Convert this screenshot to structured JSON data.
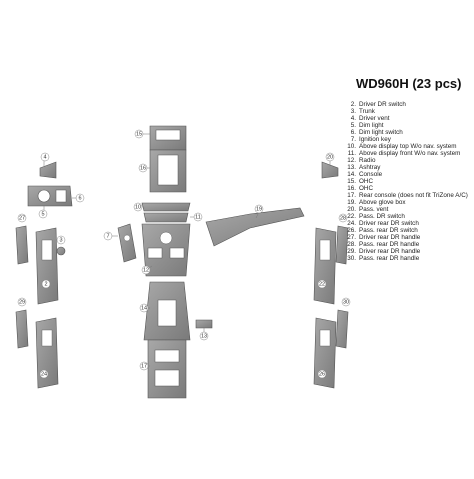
{
  "title": "WD960H (23 pcs)",
  "legend": [
    {
      "num": "2.",
      "text": "Driver DR switch"
    },
    {
      "num": "3.",
      "text": "Trunk"
    },
    {
      "num": "4.",
      "text": "Driver vent"
    },
    {
      "num": "5.",
      "text": "Dim light"
    },
    {
      "num": "6.",
      "text": "Dim light switch"
    },
    {
      "num": "7.",
      "text": "Ignition key"
    },
    {
      "num": "10.",
      "text": "Above display top W/o nav. system"
    },
    {
      "num": "11.",
      "text": "Above display front W/o nav. system"
    },
    {
      "num": "12.",
      "text": "Radio"
    },
    {
      "num": "13.",
      "text": "Ashtray"
    },
    {
      "num": "14.",
      "text": "Console"
    },
    {
      "num": "15.",
      "text": "OHC"
    },
    {
      "num": "16.",
      "text": "OHC"
    },
    {
      "num": "17.",
      "text": "Rear console (does not fit TriZone A/C)"
    },
    {
      "num": "19.",
      "text": "Above glove box"
    },
    {
      "num": "20.",
      "text": "Pass. vent"
    },
    {
      "num": "22.",
      "text": "Pass. DR switch"
    },
    {
      "num": "24.",
      "text": "Driver rear DR switch"
    },
    {
      "num": "26.",
      "text": "Pass. rear DR switch"
    },
    {
      "num": "27.",
      "text": "Driver rear DR handle"
    },
    {
      "num": "28.",
      "text": "Pass. rear DR handle"
    },
    {
      "num": "29.",
      "text": "Driver rear DR handle"
    },
    {
      "num": "30.",
      "text": "Pass. rear DR handle"
    }
  ],
  "callouts": {
    "c2": "2",
    "c3": "3",
    "c4": "4",
    "c5": "5",
    "c6": "6",
    "c7": "7",
    "c10": "10",
    "c11": "11",
    "c12": "12",
    "c13": "13",
    "c14": "14",
    "c15": "15",
    "c16": "16",
    "c17": "17",
    "c19": "19",
    "c20": "20",
    "c22": "22",
    "c24": "24",
    "c26": "26",
    "c27": "27",
    "c28": "28",
    "c29": "29",
    "c30": "30"
  },
  "colors": {
    "trim": "#8e8e8e",
    "trim_dark": "#6e6e6e",
    "outline": "#555555"
  }
}
